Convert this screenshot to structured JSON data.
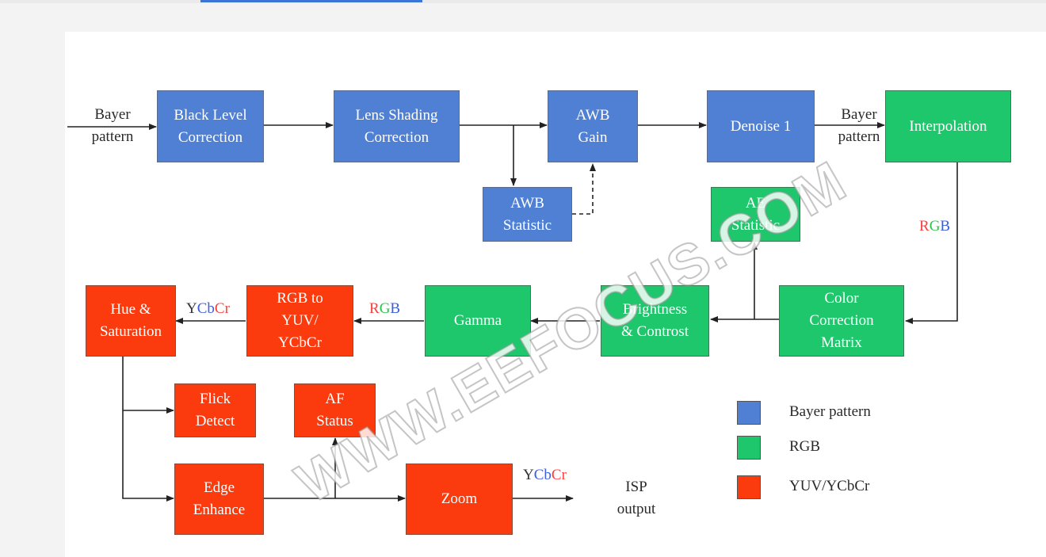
{
  "blocks": {
    "black_level": "Black Level\nCorrection",
    "lens_shading": "Lens Shading\nCorrection",
    "awb_gain": "AWB\nGain",
    "denoise": "Denoise 1",
    "interpolation": "Interpolation",
    "awb_statistic": "AWB\nStatistic",
    "ae_statistic": "AE\nStatistic",
    "color_correction": "Color\nCorrection\nMatrix",
    "brightness": "Brightness\n& Controst",
    "gamma": "Gamma",
    "rgb_to_yuv": "RGB to\nYUV/\nYCbCr",
    "hue_saturation": "Hue &\nSaturation",
    "flick_detect": "Flick\nDetect",
    "af_status": "AF\nStatus",
    "edge_enhance": "Edge\nEnhance",
    "zoom": "Zoom"
  },
  "labels": {
    "bayer_in": "Bayer\npattern",
    "bayer_mid": "Bayer\npattern",
    "isp_output": "ISP\noutput"
  },
  "colored_labels": {
    "rgb_1": [
      "R",
      "G",
      "B"
    ],
    "rgb_2": [
      "R",
      "G",
      "B"
    ],
    "ycbcr_1": [
      "Y",
      "Cb",
      "Cr"
    ],
    "ycbcr_2": [
      "Y",
      "Cb",
      "Cr"
    ]
  },
  "legend": {
    "bayer": "Bayer pattern",
    "rgb": "RGB",
    "yuv": "YUV/YCbCr"
  },
  "watermark": "WWW.EEFOCUS.COM",
  "colors": {
    "bayer": "#4f80d4",
    "rgb": "#1ec76b",
    "yuv": "#fb3a0e",
    "red_text": "#ff3b3b",
    "green_text": "#26c84a",
    "blue_text": "#3a5ee0",
    "arrow": "#222222"
  }
}
